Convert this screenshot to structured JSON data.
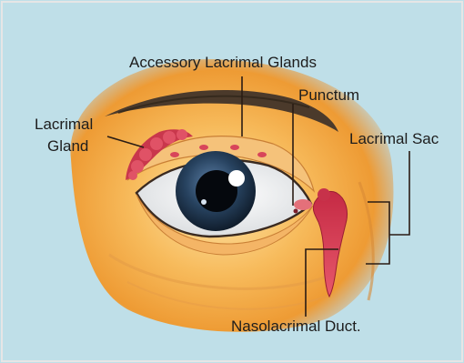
{
  "diagram": {
    "labels": {
      "accessory_glands": "Accessory Lacrimal Glands",
      "lacrimal_gland_line1": "Lacrimal",
      "lacrimal_gland_line2": "Gland",
      "punctum": "Punctum",
      "lacrimal_sac": "Lacrimal Sac",
      "nasolacrimal_duct": "Nasolacrimal Duct."
    },
    "colors": {
      "background": "#b9dde6",
      "skin": "#f2a33a",
      "skin_light": "#fbd48a",
      "iris": "#1f3550",
      "gland": "#d8455a",
      "eyebrow": "#4b3a2b"
    }
  }
}
